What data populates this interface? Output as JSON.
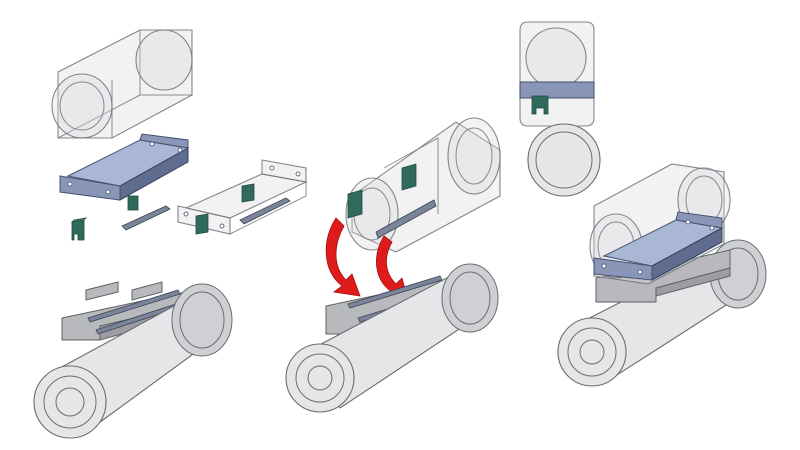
{
  "colors": {
    "bracket": "#8a96b8",
    "clip": "#2f6a5c",
    "arrow": "#e01b1b",
    "pipe": "#e6e6e8",
    "ghost_housing": "#d9dade"
  },
  "steps": [
    {
      "name": "step-1-exploded-parts"
    },
    {
      "name": "step-2-lower-onto-base"
    },
    {
      "name": "step-3-assembled"
    }
  ]
}
